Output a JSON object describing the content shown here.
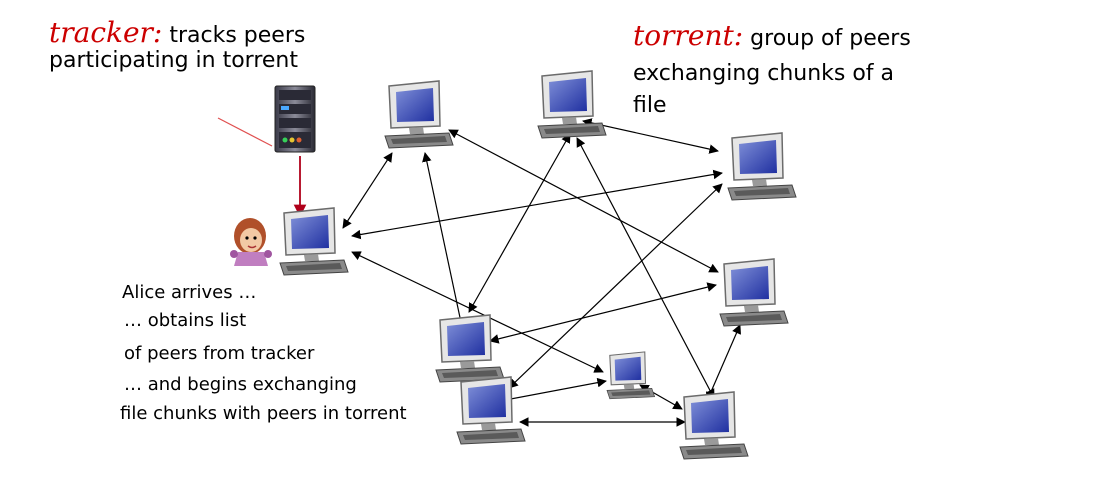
{
  "tracker_caption": {
    "term": "tracker:",
    "line1_rest": " tracks peers",
    "line2": "participating in torrent"
  },
  "torrent_caption": {
    "term": "torrent:",
    "line1_rest": " group of peers",
    "line2": "exchanging  chunks of a",
    "line3": "file"
  },
  "alice_caption": {
    "lines": [
      "Alice arrives  …",
      "… obtains list",
      "of peers from tracker",
      "… and begins exchanging",
      "file chunks with peers in torrent"
    ]
  },
  "colors": {
    "highlight": "#cc0000",
    "arrow": "#000000",
    "tracker_arrow": "#b0001a"
  },
  "icons": [
    "server-icon",
    "computer-icon",
    "person-icon"
  ]
}
